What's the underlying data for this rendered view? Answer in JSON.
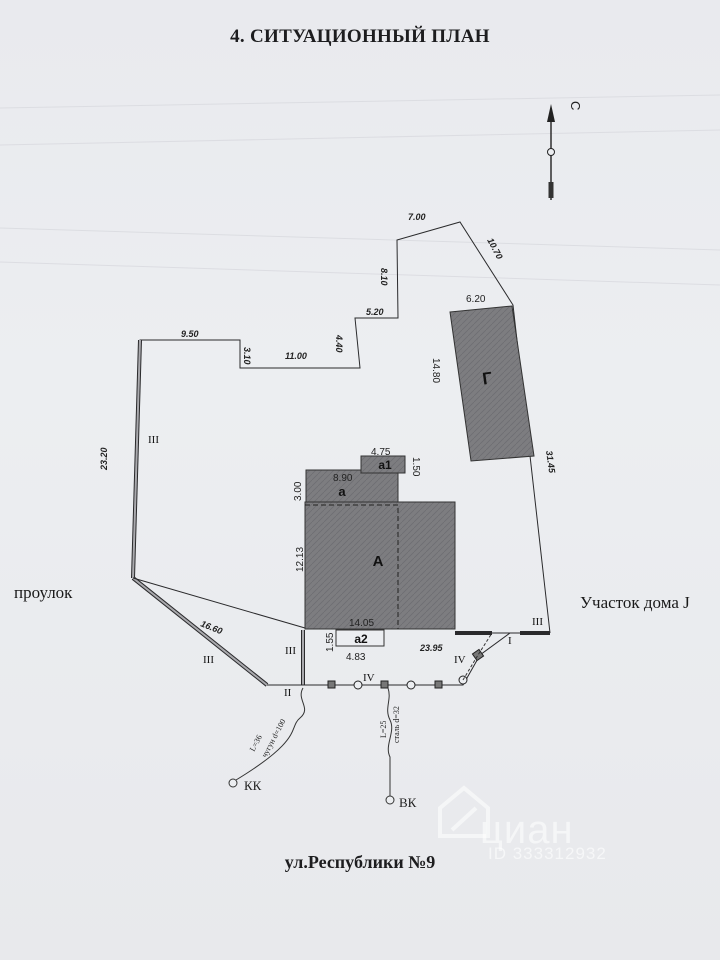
{
  "title": "4. СИТУАЦИОННЫЙ ПЛАН",
  "north_label": "С",
  "left_label": "проулок",
  "right_label": "Участок дома J",
  "street_label": "ул.Республики  №9",
  "buildings": {
    "main": "А",
    "porch": "а",
    "annex1": "а1",
    "annex2": "а2",
    "garage": "Г"
  },
  "dimensions": {
    "top_left": "9.50",
    "step1": "3.10",
    "step2": "11.00",
    "step3": "4.40",
    "step4": "5.20",
    "step5": "8.10",
    "step6": "7.00",
    "diag_right": "10.70",
    "left_side": "23.20",
    "right_side": "31.45",
    "garage_w": "6.20",
    "garage_l": "14.80",
    "a1_w": "4.75",
    "a1_h": "1.50",
    "porch_w": "8.90",
    "porch_h": "3.00",
    "main_h": "12.13",
    "main_w": "14.05",
    "a2_h": "1.55",
    "a2_w": "4.83",
    "front_right": "23.95",
    "diag_left": "16.60"
  },
  "fence_types": {
    "t1": "III",
    "t2": "III",
    "t3": "III",
    "t4": "III",
    "t5": "IV",
    "t6": "IV",
    "t7": "II",
    "t8": "I"
  },
  "utilities": {
    "sewer_spec": "L=36",
    "sewer_mat": "чугун d=100",
    "water_spec": "L=25",
    "water_mat": "сталь d=32",
    "sewer_label": "КК",
    "water_label": "ВК"
  },
  "watermark": {
    "brand": "циан",
    "id": "ID 333312932"
  }
}
